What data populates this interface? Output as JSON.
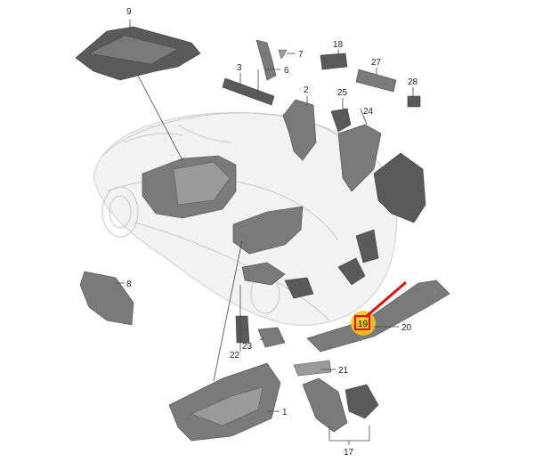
{
  "callouts": [
    {
      "id": "1",
      "label": "1"
    },
    {
      "id": "2",
      "label": "2"
    },
    {
      "id": "3",
      "label": "3"
    },
    {
      "id": "6",
      "label": "6"
    },
    {
      "id": "7",
      "label": "7"
    },
    {
      "id": "8",
      "label": "8"
    },
    {
      "id": "9",
      "label": "9"
    },
    {
      "id": "17",
      "label": "17"
    },
    {
      "id": "18",
      "label": "18"
    },
    {
      "id": "20",
      "label": "20"
    },
    {
      "id": "21",
      "label": "21"
    },
    {
      "id": "22",
      "label": "22"
    },
    {
      "id": "23",
      "label": "23"
    },
    {
      "id": "24",
      "label": "24"
    },
    {
      "id": "25",
      "label": "25"
    },
    {
      "id": "27",
      "label": "27"
    },
    {
      "id": "28",
      "label": "28"
    }
  ],
  "highlight": {
    "label": "19",
    "marker_color": "#e01010",
    "highlight_color": "#f5c518"
  }
}
